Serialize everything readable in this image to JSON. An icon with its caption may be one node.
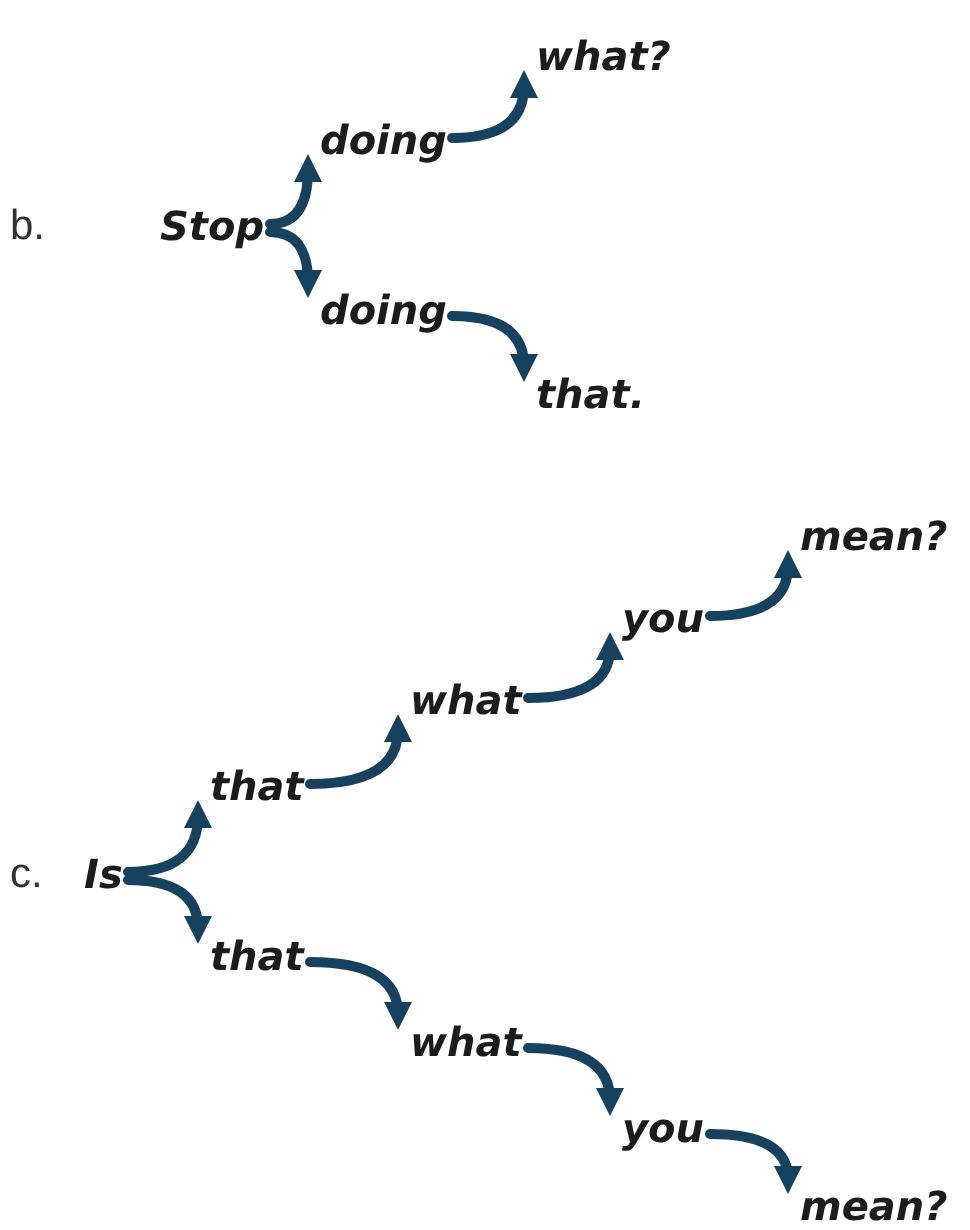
{
  "diagram": {
    "nodes": [
      {
        "text": [
          "Stop"
        ]
      },
      {
        "text": [
          "doing"
        ]
      },
      {
        "text": [
          "what?"
        ]
      },
      {
        "text": [
          "doing"
        ]
      },
      {
        "text": [
          "that."
        ]
      },
      {
        "text": [
          "Is"
        ]
      },
      {
        "text": [
          "that"
        ]
      },
      {
        "text": [
          "what"
        ]
      },
      {
        "text": [
          "you"
        ]
      },
      {
        "text": [
          "mean?"
        ]
      },
      {
        "text": [
          "that"
        ]
      },
      {
        "text": [
          "what"
        ]
      },
      {
        "text": [
          "you"
        ]
      },
      {
        "text": [
          "mean?"
        ]
      }
    ],
    "edges": [
      {
        "from": 0,
        "to": 1,
        "arrow": "to"
      },
      {
        "from": 1,
        "to": 2,
        "arrow": "to"
      },
      {
        "from": 0,
        "to": 3,
        "arrow": "to"
      },
      {
        "from": 3,
        "to": 4,
        "arrow": "to"
      },
      {
        "from": 5,
        "to": 6,
        "arrow": "to"
      },
      {
        "from": 6,
        "to": 7,
        "arrow": "to"
      },
      {
        "from": 7,
        "to": 8,
        "arrow": "to"
      },
      {
        "from": 8,
        "to": 9,
        "arrow": "to"
      },
      {
        "from": 5,
        "to": 10,
        "arrow": "to"
      },
      {
        "from": 10,
        "to": 11,
        "arrow": "to"
      },
      {
        "from": 11,
        "to": 12,
        "arrow": "to"
      },
      {
        "from": 12,
        "to": 13,
        "arrow": "to"
      }
    ],
    "labels": [
      "b.",
      "c."
    ]
  }
}
